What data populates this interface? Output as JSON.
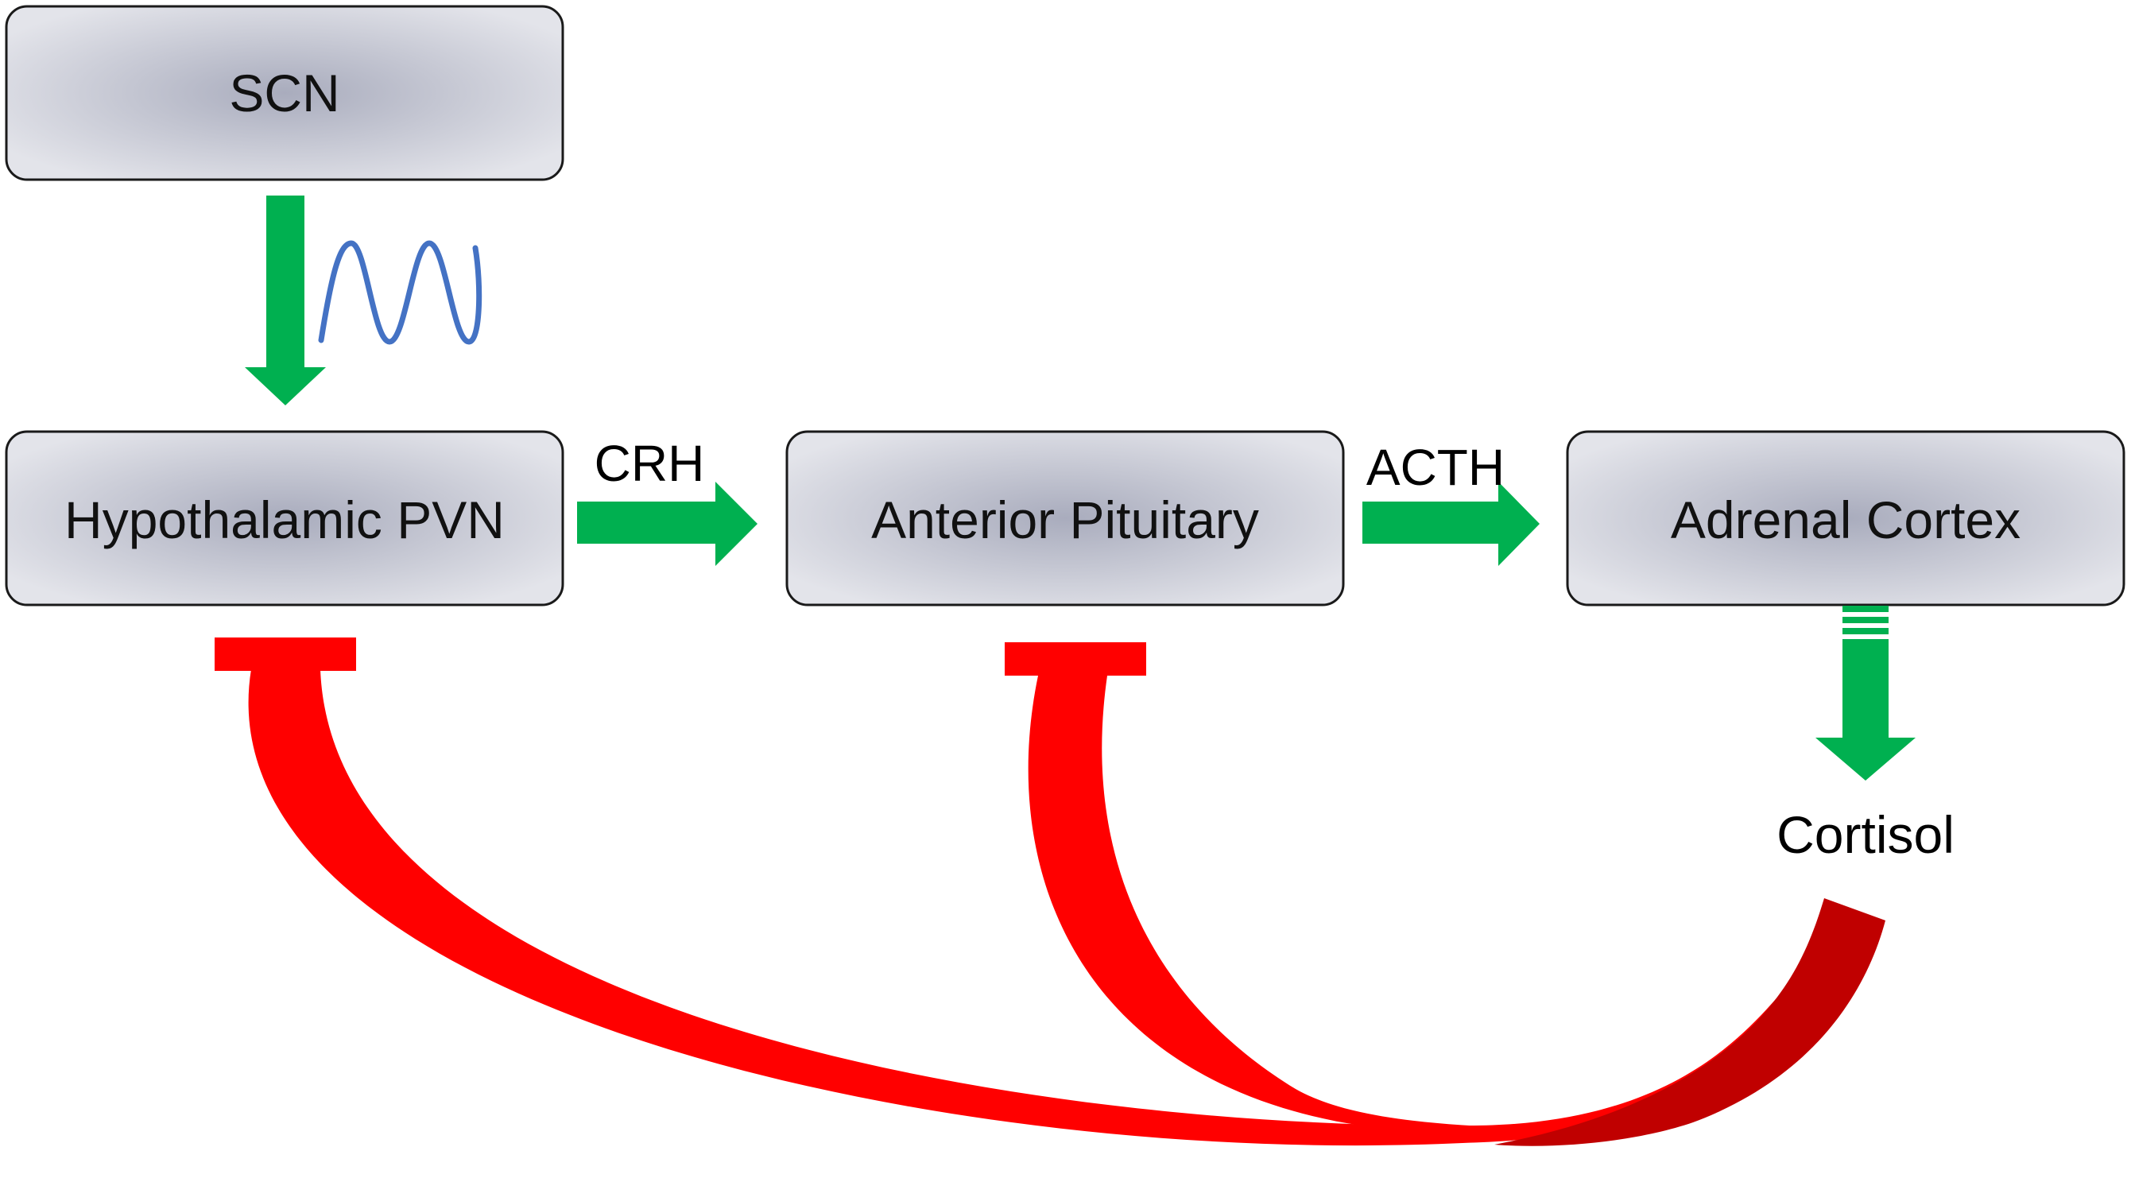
{
  "diagram": {
    "nodes": {
      "scn": "SCN",
      "pvn": "Hypothalamic PVN",
      "pituitary": "Anterior Pituitary",
      "adrenal": "Adrenal Cortex",
      "cortisol": "Cortisol"
    },
    "edges": {
      "crh": "CRH",
      "acth": "ACTH"
    },
    "colors": {
      "stimulate": "#00b050",
      "inhibit": "#ff0000",
      "inhibit_dark": "#c00000",
      "rhythm": "#4472c4",
      "box_center": "#a9acbd",
      "box_edge": "#e3e4ea",
      "box_border": "#1a1a1a"
    },
    "icons": {
      "rhythm": "sine-wave-icon"
    }
  }
}
